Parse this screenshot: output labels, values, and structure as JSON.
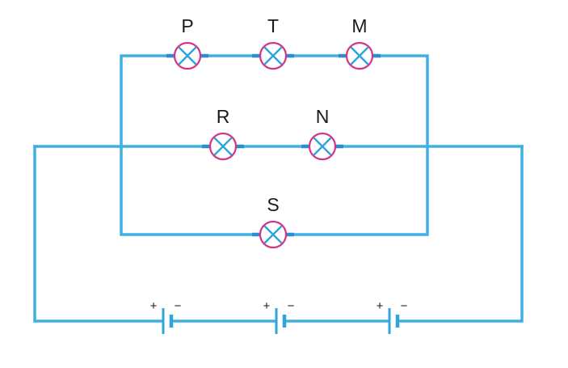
{
  "lamps": {
    "P": "P",
    "T": "T",
    "M": "M",
    "R": "R",
    "N": "N",
    "S": "S"
  },
  "cells": [
    {
      "positive": "+",
      "negative": "−"
    },
    {
      "positive": "+",
      "negative": "−"
    },
    {
      "positive": "+",
      "negative": "−"
    }
  ],
  "colors": {
    "wire": "#3fb0e3",
    "lamp_outline": "#d63384",
    "lamp_cross": "#2fa4dc",
    "label_text": "#1a1a1a"
  }
}
